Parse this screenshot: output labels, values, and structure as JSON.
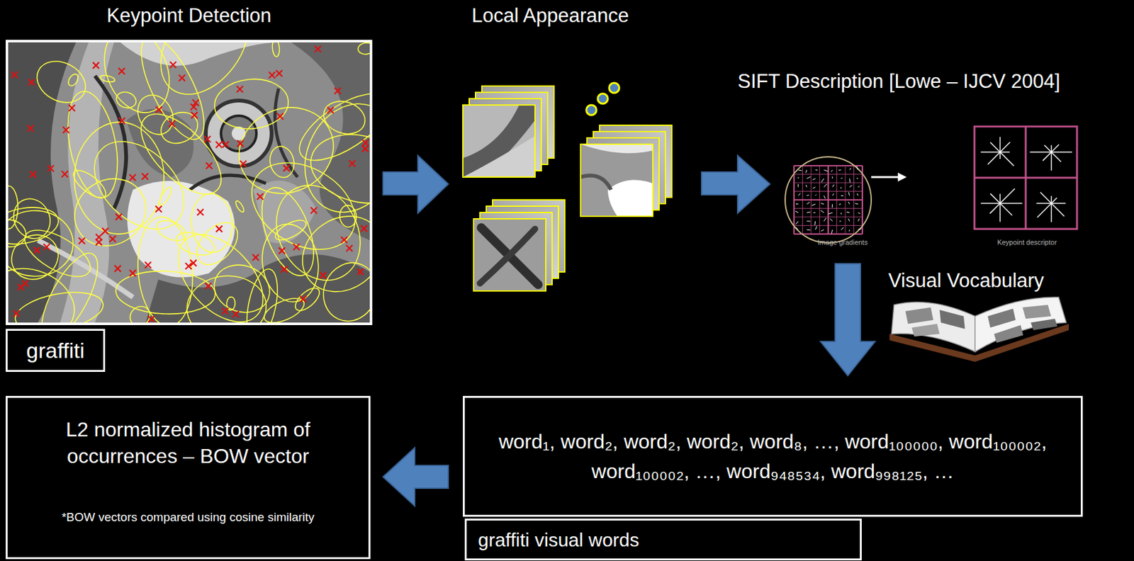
{
  "diagram": {
    "nodes": [
      {
        "text": [
          "graffiti"
        ]
      },
      {
        "text": [
          "L2 normalized histogram of occurrences – BOW vector",
          "*BOW vectors compared using cosine similarity"
        ]
      },
      {
        "text": [
          "word₁, word₂, word₂, word₂, word₈, …, word₁₀₀₀₀₀, word₁₀₀₀₀₂, word₁₀₀₀₀₂, …, word₉₄₈₅₃₄, word₉₉₈₁₂₅, …"
        ]
      },
      {
        "text": [
          "graffiti visual words"
        ]
      }
    ],
    "edges": [
      {
        "from": 2,
        "to": 1,
        "arrow": "to"
      }
    ],
    "labels": [
      "Keypoint Detection",
      "Local Appearance",
      "SIFT Description [Lowe – IJCV 2004]",
      "Image gradients",
      "Keypoint descriptor",
      "Visual Vocabulary"
    ]
  }
}
